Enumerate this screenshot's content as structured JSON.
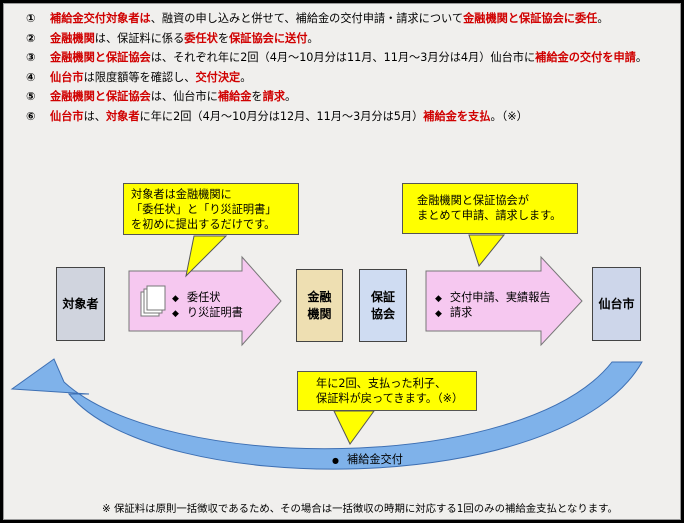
{
  "steps": [
    {
      "num": "①",
      "parts": [
        {
          "t": "補給金交付対象者は",
          "r": true
        },
        {
          "t": "、融資の申し込みと併せて、補給金の交付申請・請求について",
          "r": false
        },
        {
          "t": "金融機関と保証協会に委任",
          "r": true
        },
        {
          "t": "。",
          "r": false
        }
      ]
    },
    {
      "num": "②",
      "parts": [
        {
          "t": "金融機関",
          "r": true
        },
        {
          "t": "は、保証料に係る",
          "r": false
        },
        {
          "t": "委任状",
          "r": true
        },
        {
          "t": "を",
          "r": false
        },
        {
          "t": "保証協会に送付",
          "r": true
        },
        {
          "t": "。",
          "r": false
        }
      ]
    },
    {
      "num": "③",
      "parts": [
        {
          "t": "金融機関と保証協会",
          "r": true
        },
        {
          "t": "は、それぞれ年に2回（4月～10月分は11月、11月～3月分は4月）仙台市に",
          "r": false
        },
        {
          "t": "補給金の交付を申請",
          "r": true
        },
        {
          "t": "。",
          "r": false
        }
      ]
    },
    {
      "num": "④",
      "parts": [
        {
          "t": "仙台市",
          "r": true
        },
        {
          "t": "は限度額等を確認し、",
          "r": false
        },
        {
          "t": "交付決定",
          "r": true
        },
        {
          "t": "。",
          "r": false
        }
      ]
    },
    {
      "num": "⑤",
      "parts": [
        {
          "t": "金融機関と保証協会",
          "r": true
        },
        {
          "t": "は、仙台市に",
          "r": false
        },
        {
          "t": "補給金",
          "r": true
        },
        {
          "t": "を",
          "r": false
        },
        {
          "t": "請求",
          "r": true
        },
        {
          "t": "。",
          "r": false
        }
      ]
    },
    {
      "num": "⑥",
      "parts": [
        {
          "t": "仙台市",
          "r": true
        },
        {
          "t": "は、",
          "r": false
        },
        {
          "t": "対象者",
          "r": true
        },
        {
          "t": "に年に2回（4月～10月分は12月、11月～3月分は5月）",
          "r": false
        },
        {
          "t": "補給金を支払",
          "r": true
        },
        {
          "t": "。（※）",
          "r": false
        }
      ]
    }
  ],
  "callouts": {
    "left": [
      "対象者は金融機関に",
      "「委任状」と「り災証明書」",
      "を初めに提出するだけです。"
    ],
    "right": [
      "金融機関と保証協会が",
      "まとめて申請、請求します。"
    ],
    "bottom": [
      "年に2回、支払った利子、",
      "保証料が戻ってきます。（※）"
    ]
  },
  "boxes": {
    "taishosha": "対象者",
    "kinyu": [
      "金融",
      "機関"
    ],
    "hosho": [
      "保証",
      "協会"
    ],
    "sendai": "仙台市"
  },
  "arrow1": [
    "委任状",
    "り災証明書"
  ],
  "arrow2": [
    "交付申請、実績報告",
    "請求"
  ],
  "curve_label": "補給金交付",
  "note": "※ 保証料は原則一括徴収であるため、その場合は一括徴収の時期に対応する1回のみの補給金支払となります。",
  "colors": {
    "emphasis": "#d00000",
    "callout": "#ffff00",
    "arrow": "#f6c8f0",
    "curve": "#7fb2ea",
    "background": "#f0efed"
  }
}
